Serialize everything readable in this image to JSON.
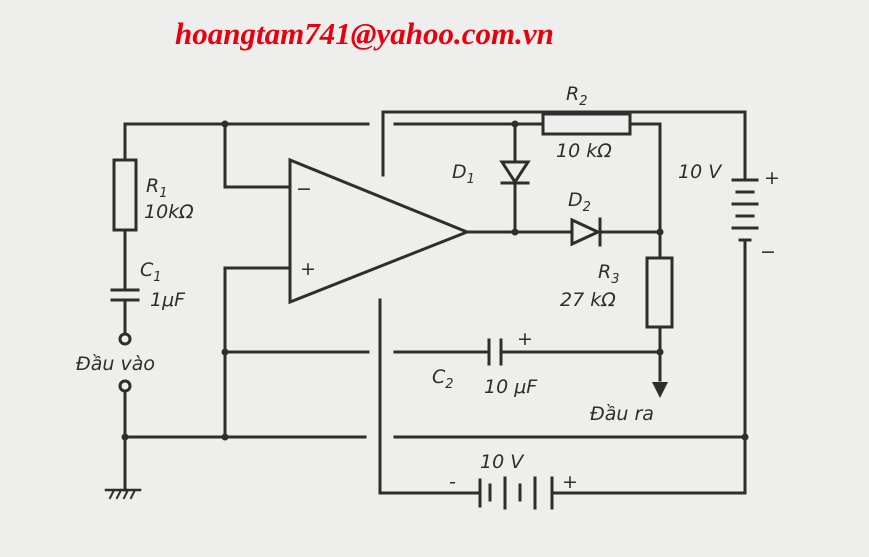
{
  "watermark_email": "hoangtam741@yahoo.com.vn",
  "components": {
    "r1": {
      "name": "R",
      "sub": "1",
      "value": "10kΩ"
    },
    "r2": {
      "name": "R",
      "sub": "2",
      "value": "10 kΩ"
    },
    "r3": {
      "name": "R",
      "sub": "3",
      "value": "27 kΩ"
    },
    "c1": {
      "name": "C",
      "sub": "1",
      "value": "1μF"
    },
    "c2": {
      "name": "C",
      "sub": "2",
      "value": "10 μF",
      "plus": "+"
    },
    "d1": {
      "name": "D",
      "sub": "1"
    },
    "d2": {
      "name": "D",
      "sub": "2"
    },
    "battery_right": {
      "value": "10 V",
      "plus": "+",
      "minus": "−"
    },
    "battery_bottom": {
      "value": "10 V",
      "plus": "+",
      "minus": "-"
    },
    "opamp": {
      "minus": "−",
      "plus": "+"
    }
  },
  "terminals": {
    "input": "Đầu vào",
    "output": "Đầu ra"
  }
}
